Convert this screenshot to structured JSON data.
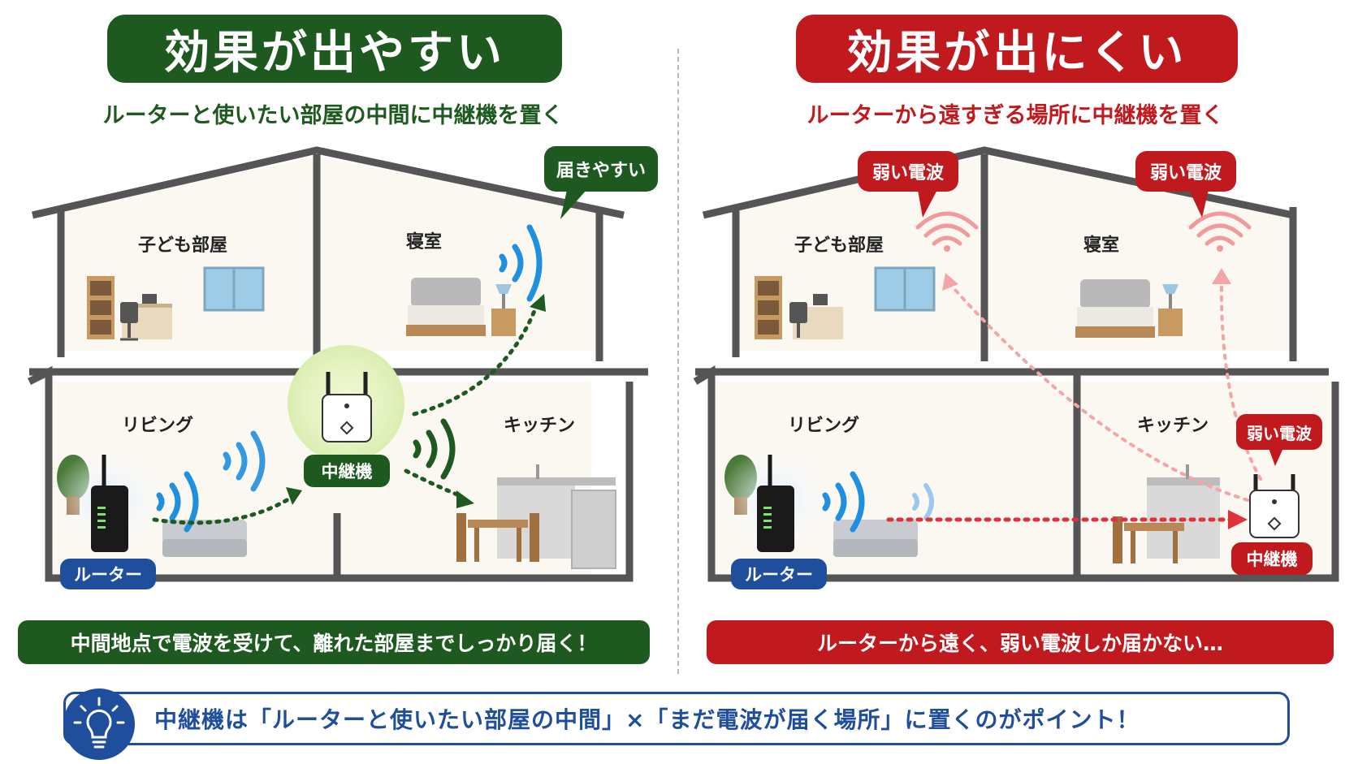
{
  "left": {
    "banner": "効果が出やすい",
    "subtitle": "ルーターと使いたい部屋の中間に中継機を置く",
    "rooms": {
      "kids": "子ども部屋",
      "bedroom": "寝室",
      "living": "リビング",
      "kitchen": "キッチン"
    },
    "bubble": "届きやすい",
    "extender_label": "中継機",
    "router_label": "ルーター",
    "summary": "中間地点で電波を受けて、離れた部屋までしっかり届く！"
  },
  "right": {
    "banner": "効果が出にくい",
    "subtitle": "ルーターから遠すぎる場所に中継機を置く",
    "rooms": {
      "kids": "子ども部屋",
      "bedroom": "寝室",
      "living": "リビング",
      "kitchen": "キッチン"
    },
    "weak_bubbles": [
      "弱い電波",
      "弱い電波",
      "弱い電波"
    ],
    "extender_label": "中継機",
    "router_label": "ルーター",
    "summary": "ルーターから遠く、弱い電波しか届かない…"
  },
  "tip": "中継機は「ルーターと使いたい部屋の中間」×「まだ電波が届く場所」に置くのがポイント！",
  "colors": {
    "good": "#1e5a20",
    "bad": "#c01a1f",
    "tip": "#1f4e9c",
    "wifi": "#1f8fe0"
  }
}
